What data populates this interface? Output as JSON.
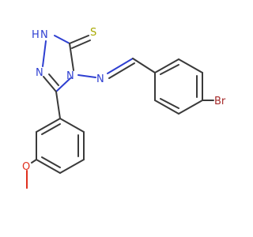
{
  "atoms": {
    "n1h": "H",
    "n1": "N",
    "s": "S",
    "n2": "N",
    "n4": "N",
    "n_imine": "N",
    "o": "O",
    "br": "Br"
  },
  "colors": {
    "carbon_bond": "#3a3a3a",
    "nitrogen": "#2e3fd1",
    "oxygen": "#e0301e",
    "sulfur": "#a8a800",
    "bromine": "#a52a2a"
  }
}
